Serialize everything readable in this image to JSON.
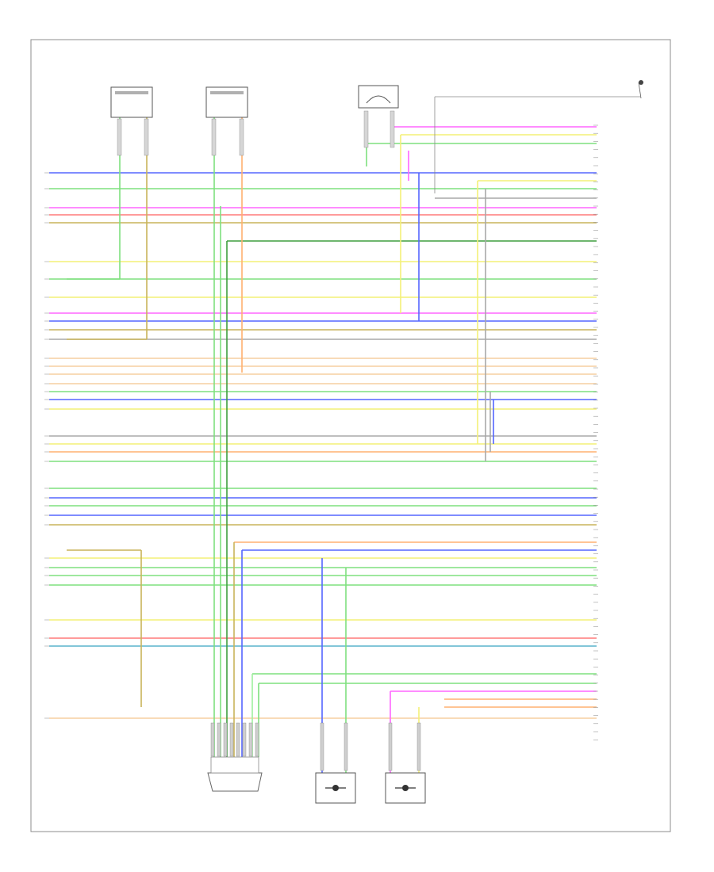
{
  "diagram_title": "",
  "footer_code": "",
  "wire_colors": {
    "green": "#7ee07e",
    "yellow": "#f4f077",
    "pink": "#ff66ff",
    "red": "#ff7a7a",
    "blue": "#5566ff",
    "orange": "#ffb070",
    "olive": "#c9b45a",
    "teal": "#59b3cc",
    "gray": "#a8a8a8",
    "peach": "#f5cfa0",
    "darkgreen": "#3e9e3e",
    "lightgreen": "#9ff09f"
  },
  "components": [
    {
      "id": "sensor-a",
      "label": ""
    },
    {
      "id": "sensor-b",
      "label": ""
    },
    {
      "id": "sensor-c",
      "label": ""
    },
    {
      "id": "pcm",
      "label": ""
    },
    {
      "id": "coil-pack",
      "label": ""
    },
    {
      "id": "knock-sensor-1",
      "label": ""
    },
    {
      "id": "knock-sensor-2",
      "label": ""
    },
    {
      "id": "ground-point",
      "label": ""
    }
  ],
  "wires": [
    {
      "color": "pink"
    },
    {
      "color": "yellow"
    },
    {
      "color": "green"
    },
    {
      "color": "blue"
    },
    {
      "color": "yellow"
    },
    {
      "color": "green"
    },
    {
      "color": "gray"
    },
    {
      "color": "pink"
    },
    {
      "color": "red"
    },
    {
      "color": "olive"
    },
    {
      "color": "darkgreen"
    },
    {
      "color": "yellow"
    },
    {
      "color": "green"
    },
    {
      "color": "yellow"
    },
    {
      "color": "pink"
    },
    {
      "color": "blue"
    },
    {
      "color": "olive"
    },
    {
      "color": "gray"
    },
    {
      "color": "peach"
    },
    {
      "color": "peach"
    },
    {
      "color": "peach"
    },
    {
      "color": "peach"
    },
    {
      "color": "green"
    },
    {
      "color": "blue"
    },
    {
      "color": "yellow"
    },
    {
      "color": "gray"
    },
    {
      "color": "yellow"
    },
    {
      "color": "orange"
    },
    {
      "color": "green"
    },
    {
      "color": "green"
    },
    {
      "color": "blue"
    },
    {
      "color": "green"
    },
    {
      "color": "blue"
    },
    {
      "color": "olive"
    },
    {
      "color": "orange"
    },
    {
      "color": "blue"
    },
    {
      "color": "yellow"
    },
    {
      "color": "green"
    },
    {
      "color": "green"
    },
    {
      "color": "green"
    },
    {
      "color": "yellow"
    },
    {
      "color": "red"
    },
    {
      "color": "teal"
    },
    {
      "color": "green"
    },
    {
      "color": "green"
    },
    {
      "color": "pink"
    },
    {
      "color": "orange"
    },
    {
      "color": "orange"
    },
    {
      "color": "peach"
    }
  ]
}
